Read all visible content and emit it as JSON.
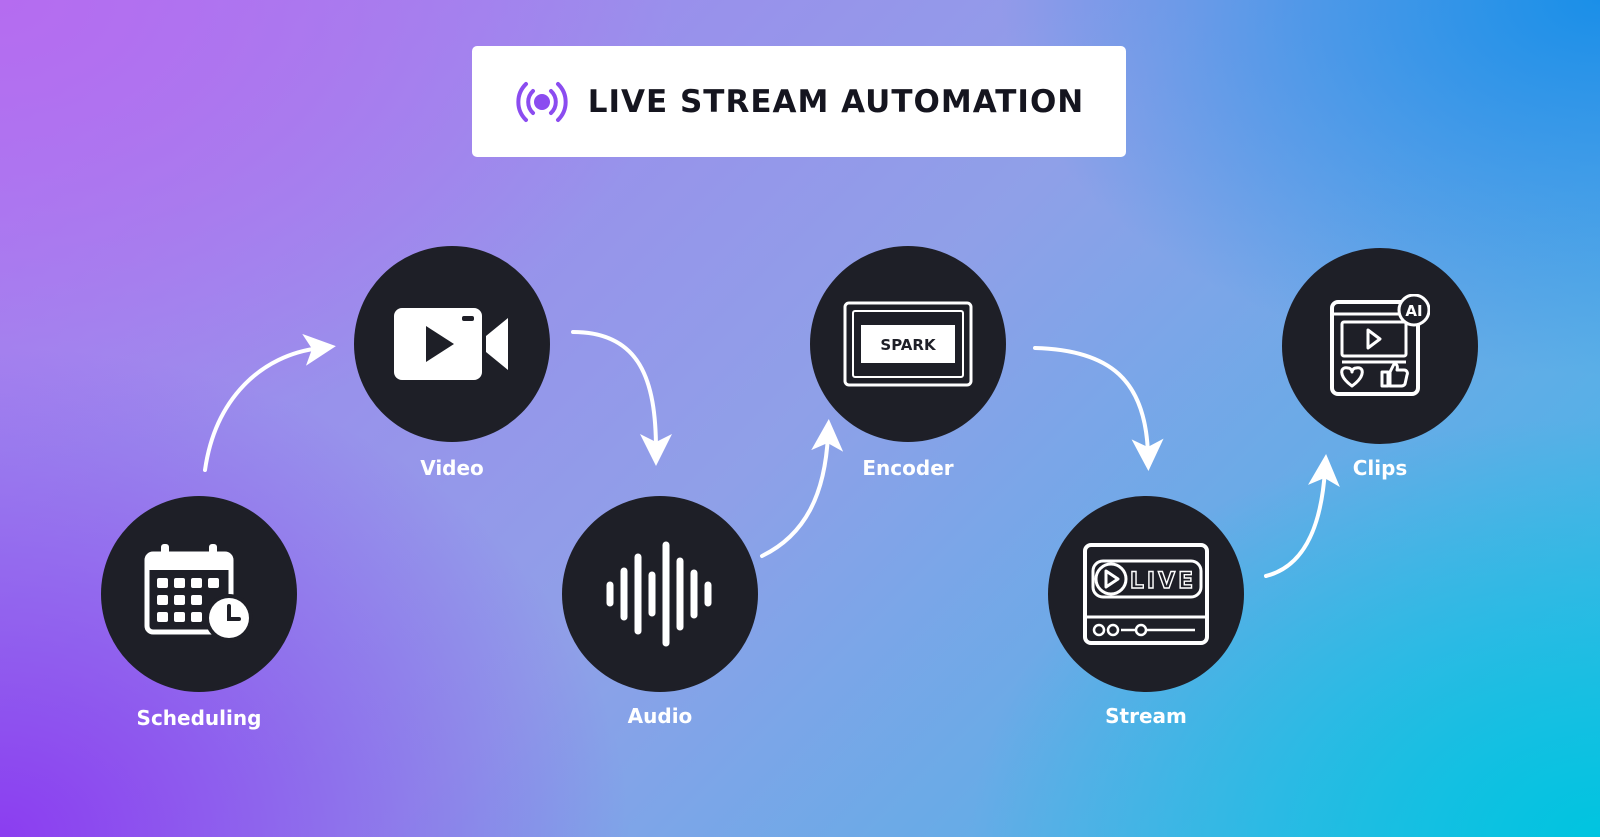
{
  "title": "LIVE STREAM AUTOMATION",
  "colors": {
    "accent": "#8b4cf0",
    "node_bg": "#1e1f27",
    "label": "#ffffff"
  },
  "nodes": [
    {
      "label": "Scheduling",
      "icon": "calendar-clock-icon"
    },
    {
      "label": "Video",
      "icon": "video-camera-icon"
    },
    {
      "label": "Audio",
      "icon": "audio-waveform-icon"
    },
    {
      "label": "Encoder",
      "icon": "encoder-device-icon",
      "device_text": "SPARK"
    },
    {
      "label": "Stream",
      "icon": "live-stream-player-icon",
      "badge_text": "LIVE"
    },
    {
      "label": "Clips",
      "icon": "ai-clips-icon",
      "badge_text": "AI"
    }
  ]
}
